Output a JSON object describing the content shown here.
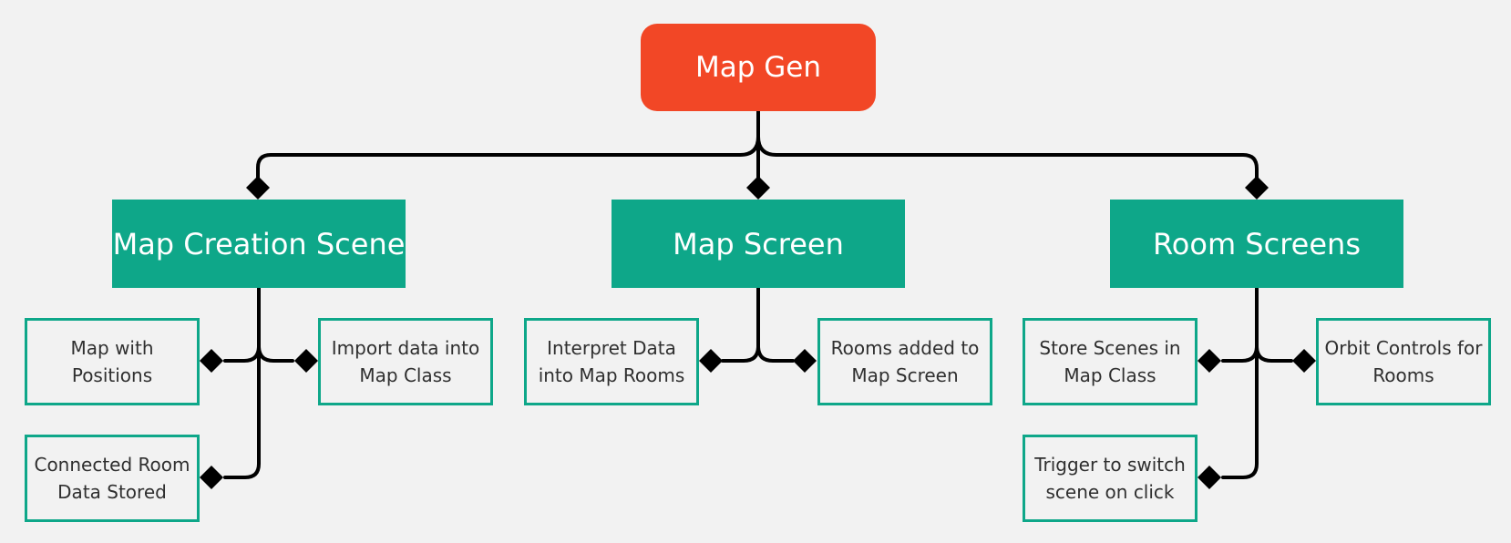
{
  "colors": {
    "background": "#f2f2f2",
    "root_fill": "#f24726",
    "category_fill": "#0ea789",
    "leaf_border": "#0ea789",
    "connector": "#000000"
  },
  "root": {
    "label": "Map Gen"
  },
  "categories": [
    {
      "label": "Map Creation Scene",
      "children": [
        "Map with Positions",
        "Import data into Map Class",
        "Connected Room Data Stored"
      ]
    },
    {
      "label": "Map Screen",
      "children": [
        "Interpret Data into Map Rooms",
        "Rooms added to Map Screen"
      ]
    },
    {
      "label": "Room Screens",
      "children": [
        "Store Scenes in Map Class",
        "Orbit Controls for Rooms",
        "Trigger to switch scene on click"
      ]
    }
  ],
  "leaf_lines": {
    "map_with_positions": [
      "Map with",
      "Positions"
    ],
    "import_data": [
      "Import data into",
      "Map Class"
    ],
    "connected_room": [
      "Connected Room",
      "Data Stored"
    ],
    "interpret_data": [
      "Interpret Data",
      "into Map Rooms"
    ],
    "rooms_added": [
      "Rooms added to",
      "Map Screen"
    ],
    "store_scenes": [
      "Store Scenes in",
      "Map Class"
    ],
    "orbit_controls": [
      "Orbit Controls for",
      "Rooms"
    ],
    "trigger_switch": [
      "Trigger to switch",
      "scene on click"
    ]
  }
}
